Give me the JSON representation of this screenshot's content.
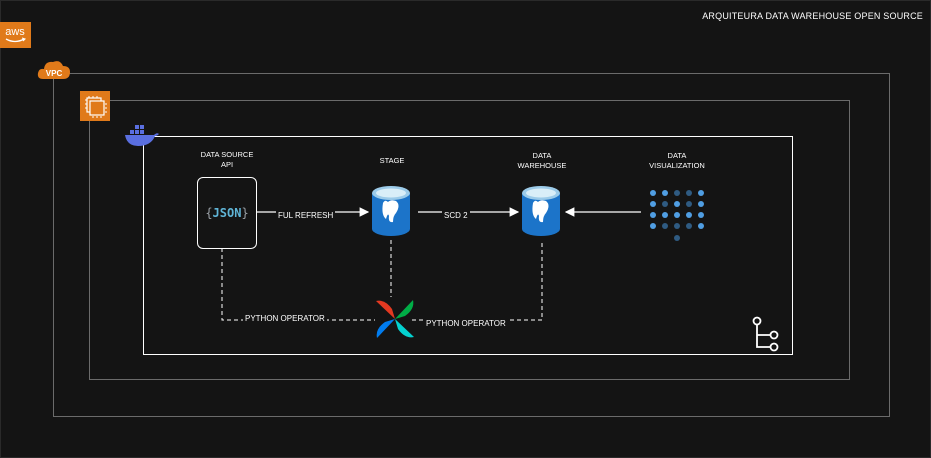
{
  "title": "ARQUITEURA DATA WAREHOUSE OPEN SOURCE",
  "badges": {
    "aws": "aws",
    "vpc": "VPC"
  },
  "nodes": {
    "source": {
      "label_line1": "DATA SOURCE",
      "label_line2": "API",
      "icon_text": "JSON",
      "icon": "json-file-icon"
    },
    "stage": {
      "label": "STAGE",
      "icon": "postgresql-database-icon"
    },
    "warehouse": {
      "label_line1": "DATA",
      "label_line2": "WAREHOUSE",
      "icon": "postgresql-database-icon"
    },
    "visualization": {
      "label_line1": "DATA",
      "label_line2": "VISUALIZATION",
      "icon": "metabase-icon"
    }
  },
  "connections": {
    "full_refresh": "FUL REFRESH",
    "scd2": "SCD 2",
    "python_operator_left": "PYTHON OPERATOR",
    "python_operator_right": "PYTHON OPERATOR"
  },
  "icons": [
    "aws-logo-icon",
    "vpc-cloud-icon",
    "ec2-instance-icon",
    "docker-whale-icon",
    "airflow-pinwheel-icon",
    "git-branch-icon"
  ],
  "colors": {
    "aws_orange": "#e07a1a",
    "docker_blue": "#5a6fe0",
    "postgres_blue": "#1c74c9",
    "metabase_blue": "#509ee3"
  }
}
